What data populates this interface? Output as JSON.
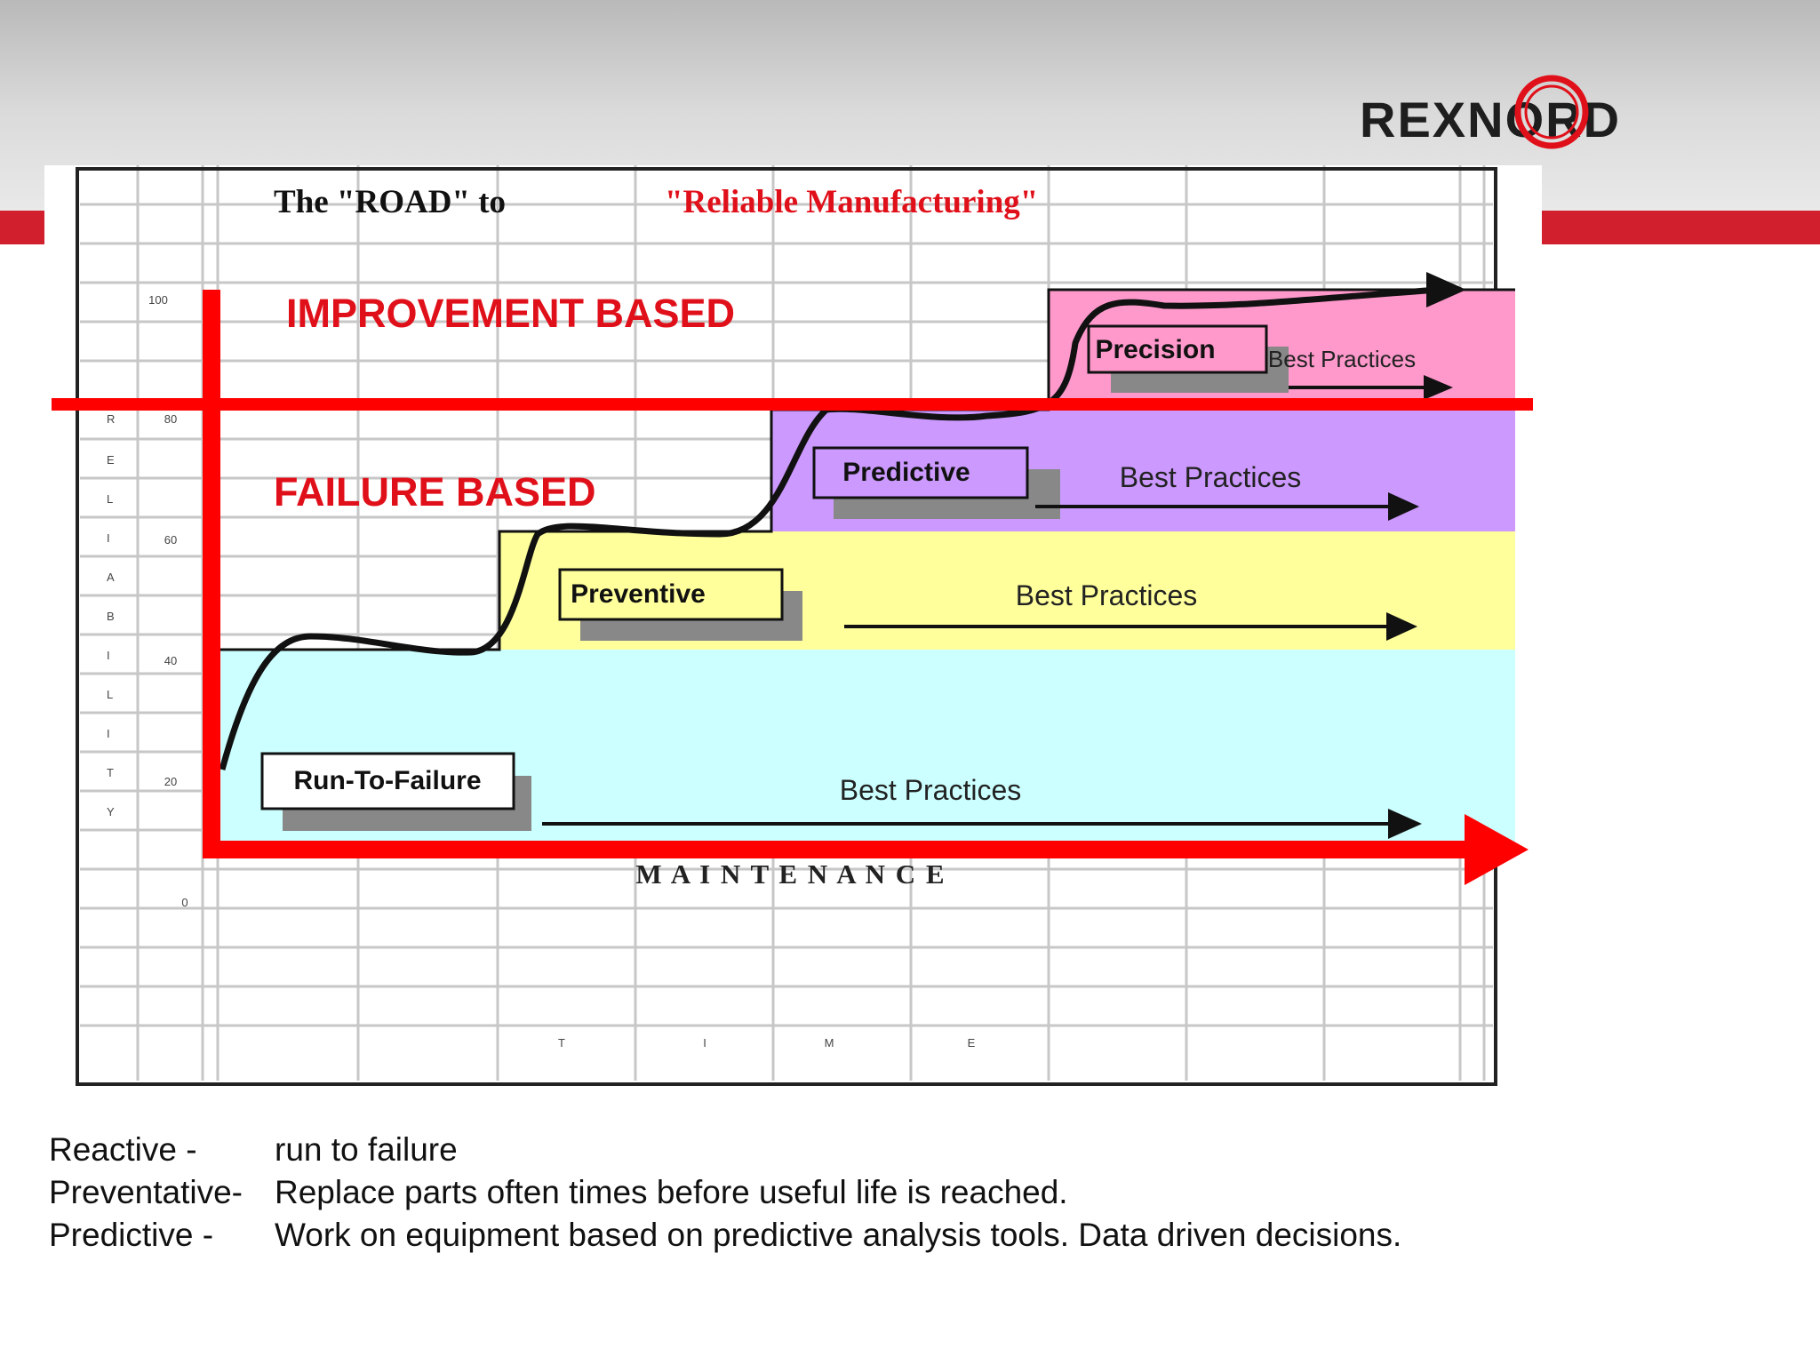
{
  "brand": {
    "logo_text": "REXNORD",
    "colors": {
      "red": "#e0101a",
      "dark": "#1e1e1e",
      "stripe": "#d11f2e"
    }
  },
  "diagram": {
    "title_left": "The \"ROAD\" to",
    "title_right": "\"Reliable Manufacturing\"",
    "zone_improvement": "IMPROVEMENT BASED",
    "zone_failure": "FAILURE BASED",
    "axis_x_label": "M A I N T E N A N C E",
    "x_axis_letters": [
      "T",
      "I",
      "M",
      "E"
    ],
    "y_axis_letters": [
      "R",
      "E",
      "L",
      "I",
      "A",
      "B",
      "I",
      "L",
      "I",
      "T",
      "Y"
    ],
    "y_axis_ticks": [
      "100",
      "80",
      "60",
      "40",
      "20",
      "0"
    ],
    "stages": [
      {
        "name": "Run-To-Failure",
        "label": "Best Practices",
        "color": "#ccffff"
      },
      {
        "name": "Preventive",
        "label": "Best Practices",
        "color": "#ffff9c"
      },
      {
        "name": "Predictive",
        "label": "Best Practices",
        "color": "#cc99ff"
      },
      {
        "name": "Precision",
        "label": "Best Practices",
        "color": "#ff99cc"
      }
    ]
  },
  "legend": [
    {
      "term": "Reactive -",
      "desc": "run to failure"
    },
    {
      "term": "Preventative-",
      "desc": "Replace parts often times before useful life is reached."
    },
    {
      "term": "Predictive -",
      "desc": "Work on equipment based on predictive analysis tools. Data driven decisions."
    }
  ]
}
